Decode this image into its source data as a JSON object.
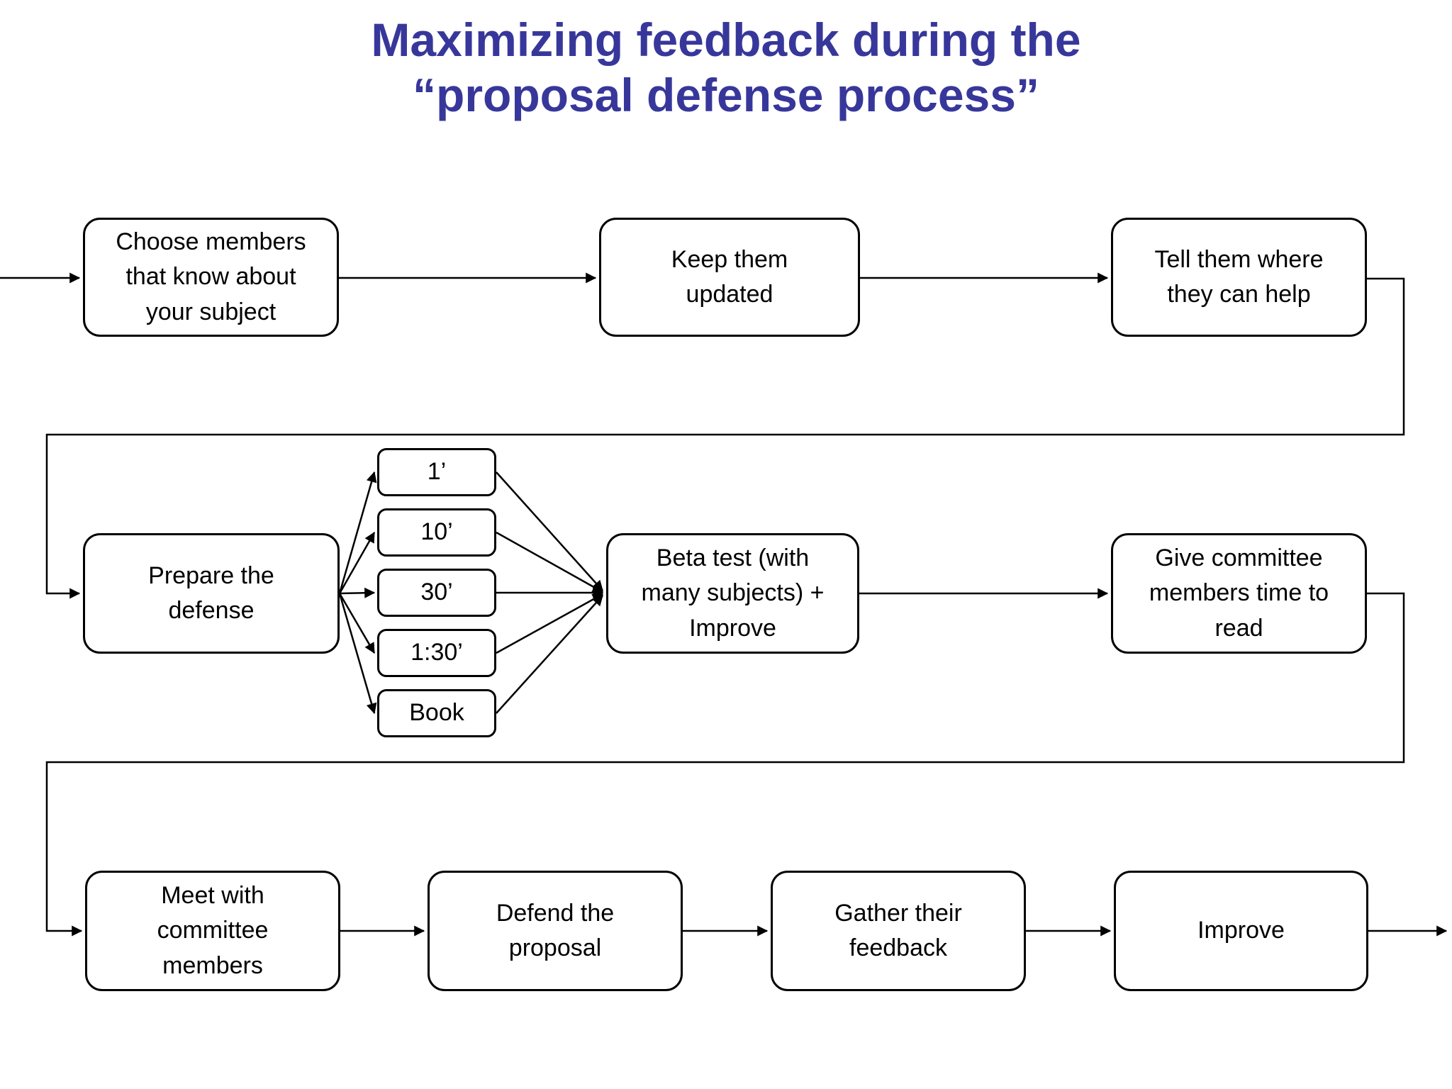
{
  "title": {
    "line1": "Maximizing feedback during the",
    "line2": "“proposal defense process”"
  },
  "colors": {
    "title_text": "#37379B",
    "box_border": "#000000",
    "box_fill": "#FFFFFF",
    "arrow": "#000000",
    "background": "#FFFFFF"
  },
  "nodes": {
    "choose": {
      "label": "Choose members\nthat know about\nyour subject"
    },
    "keep": {
      "label": "Keep them\nupdated"
    },
    "tell": {
      "label": "Tell them where\nthey can help"
    },
    "prepare": {
      "label": "Prepare the\ndefense"
    },
    "time_1": {
      "label": "1’"
    },
    "time_10": {
      "label": "10’"
    },
    "time_30": {
      "label": "30’"
    },
    "time_130": {
      "label": "1:30’"
    },
    "book": {
      "label": "Book"
    },
    "beta": {
      "label": "Beta test (with\nmany subjects) +\nImprove"
    },
    "give": {
      "label": "Give committee\nmembers time to\nread"
    },
    "meet": {
      "label": "Meet with\ncommittee\nmembers"
    },
    "defend": {
      "label": "Defend the\nproposal"
    },
    "gather": {
      "label": "Gather their\nfeedback"
    },
    "improve": {
      "label": "Improve"
    }
  }
}
